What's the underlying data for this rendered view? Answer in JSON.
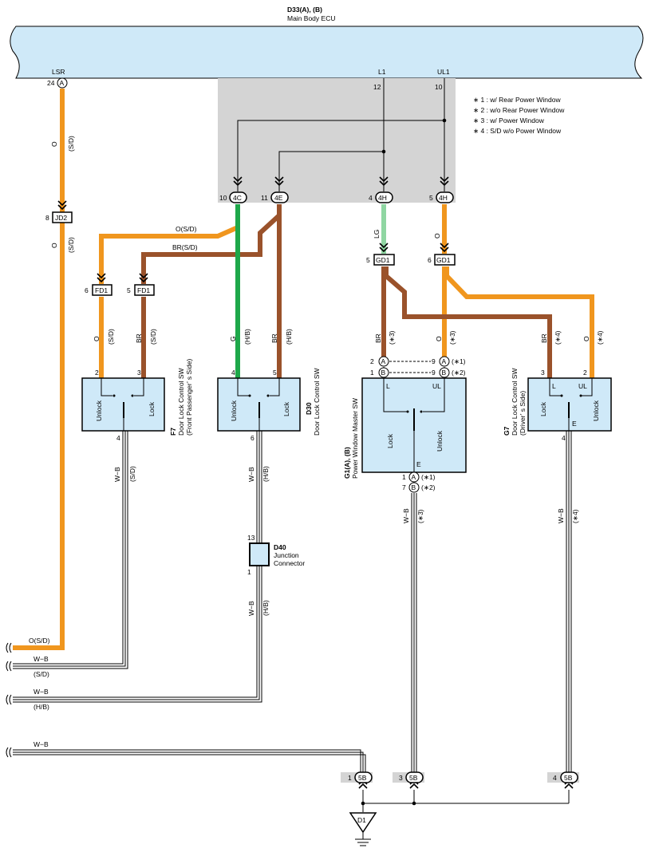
{
  "colors": {
    "ecu_fill": "#cfe9f8",
    "gray_box": "#d4d4d4",
    "switch_fill": "#cfe9f8",
    "orange": "#f0961e",
    "brown": "#9a522b",
    "green": "#1ea84a",
    "light_green": "#8fd6a2",
    "double_wire": "#000000"
  },
  "ecu": {
    "code": "D33(A), (B)",
    "name": "Main Body ECU",
    "pin_lsr": "LSR",
    "pin_l1": "L1",
    "pin_ul1": "UL1",
    "num_24": "24",
    "num_12": "12",
    "num_10": "10"
  },
  "notes": [
    "∗ 1 : w/ Rear Power Window",
    "∗ 2 : w/o Rear Power Window",
    "∗ 3 : w/ Power Window",
    "∗ 4 : S/D w/o Power Window"
  ],
  "connectors": {
    "a": "A",
    "b": "B",
    "c4c": "4C",
    "c4e": "4E",
    "c4h": "4H",
    "jd2": "JD2",
    "fd1": "FD1",
    "gd1": "GD1",
    "c5b": "5B",
    "n10": "10",
    "n11": "11",
    "n4": "4",
    "n5": "5",
    "n8": "8",
    "n6": "6",
    "n2": "2",
    "n3": "3",
    "n1": "1",
    "n7": "7",
    "n9": "9",
    "n13": "13"
  },
  "wires": {
    "o": "O",
    "sd": "(S/D)",
    "o_sd": "O(S/D)",
    "br_sd": "BR(S/D)",
    "br": "BR",
    "g": "G",
    "hb": "(H/B)",
    "lg": "LG",
    "s1": "(∗1)",
    "s2": "(∗2)",
    "s3": "(∗3)",
    "s4": "(∗4)",
    "wb": "W−B",
    "dashes": "--------"
  },
  "switch_f7": {
    "code": "F7",
    "name": "Door Lock Control SW",
    "sub": "(Front Passenger’ s Side)",
    "unlock": "Unlock",
    "lock": "Lock"
  },
  "switch_d30": {
    "code": "D30",
    "name": "Door Lock Control SW",
    "unlock": "Unlock",
    "lock": "Lock"
  },
  "switch_g1": {
    "code": "G1(A), (B)",
    "name": "Power Window Master SW",
    "l": "L",
    "ul": "UL",
    "lock": "Lock",
    "unlock": "Unlock",
    "e": "E"
  },
  "switch_g7": {
    "code": "G7",
    "name": "Door Lock Control SW",
    "sub": "(Driver’ s Side)",
    "l": "L",
    "ul": "UL",
    "lock": "Lock",
    "unlock": "Unlock",
    "e": "E"
  },
  "junction": {
    "code": "D40",
    "name1": "Junction",
    "name2": "Connector"
  },
  "ground": {
    "code": "D1"
  }
}
